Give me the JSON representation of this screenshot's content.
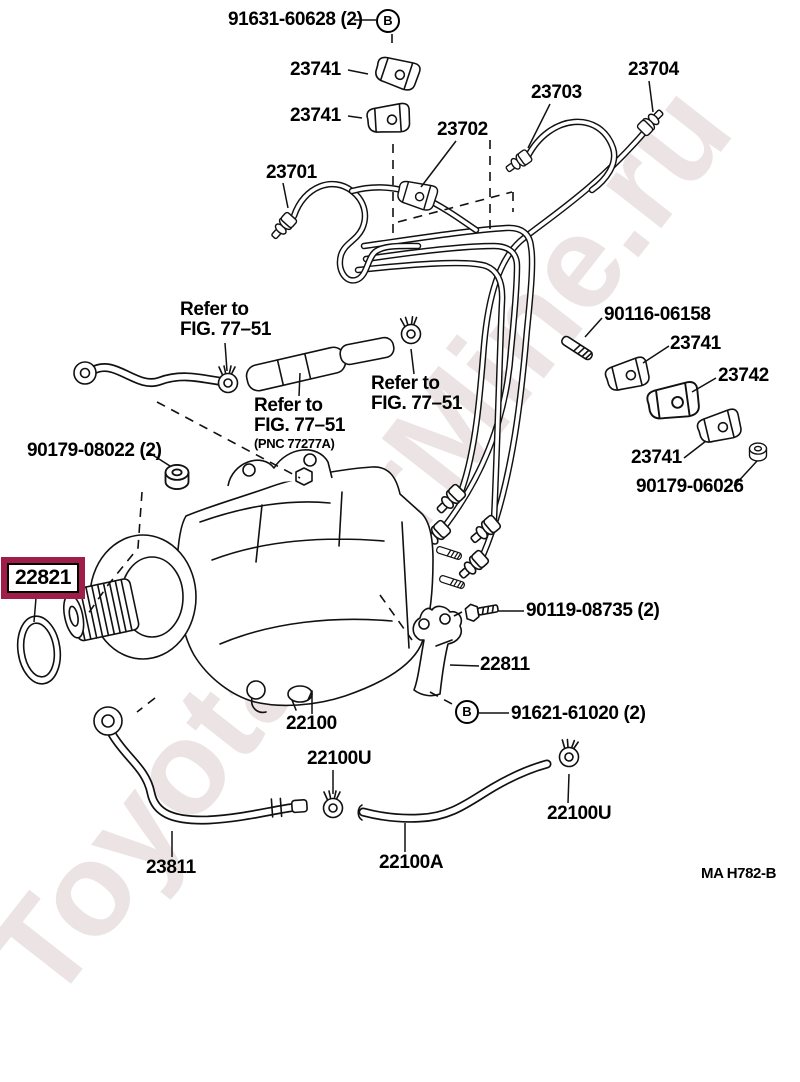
{
  "watermark": "ToyotaCarMine.ru",
  "diagram": {
    "footer_code": "MA H782-B"
  },
  "colors": {
    "highlight_box": "#a01d4a",
    "line": "#111111",
    "watermark": "#ece4e4"
  },
  "labels": {
    "bolt_91631": "91631-60628 (2)",
    "connector_b_top": "B",
    "clamp_23741_top1": "23741",
    "clamp_23741_top2": "23741",
    "pipe_23702": "23702",
    "pipe_23701": "23701",
    "pipe_23703": "23703",
    "pipe_23704": "23704",
    "refer_fig_left": "Refer to\nFIG. 77–51",
    "refer_fig_center": "Refer to\nFIG. 77–51",
    "refer_fig_center_pnc": "(PNC 77277A)",
    "refer_fig_right": "Refer to\nFIG. 77–51",
    "stud_90116": "90116-06158",
    "clamp_23741_right1": "23741",
    "clamp_23742": "23742",
    "clamp_23741_right2": "23741",
    "nut_90179_06026": "90179-06026",
    "nut_90179_08022": "90179-08022 (2)",
    "oring_22821": "22821",
    "bolt_90119": "90119-08735 (2)",
    "bracket_22811": "22811",
    "connector_b_bottom": "B",
    "bolt_91621": "91621-61020 (2)",
    "pump_22100": "22100",
    "clamp_22100u_left": "22100U",
    "hose_23811": "23811",
    "hose_22100a": "22100A",
    "clamp_22100u_right": "22100U"
  }
}
